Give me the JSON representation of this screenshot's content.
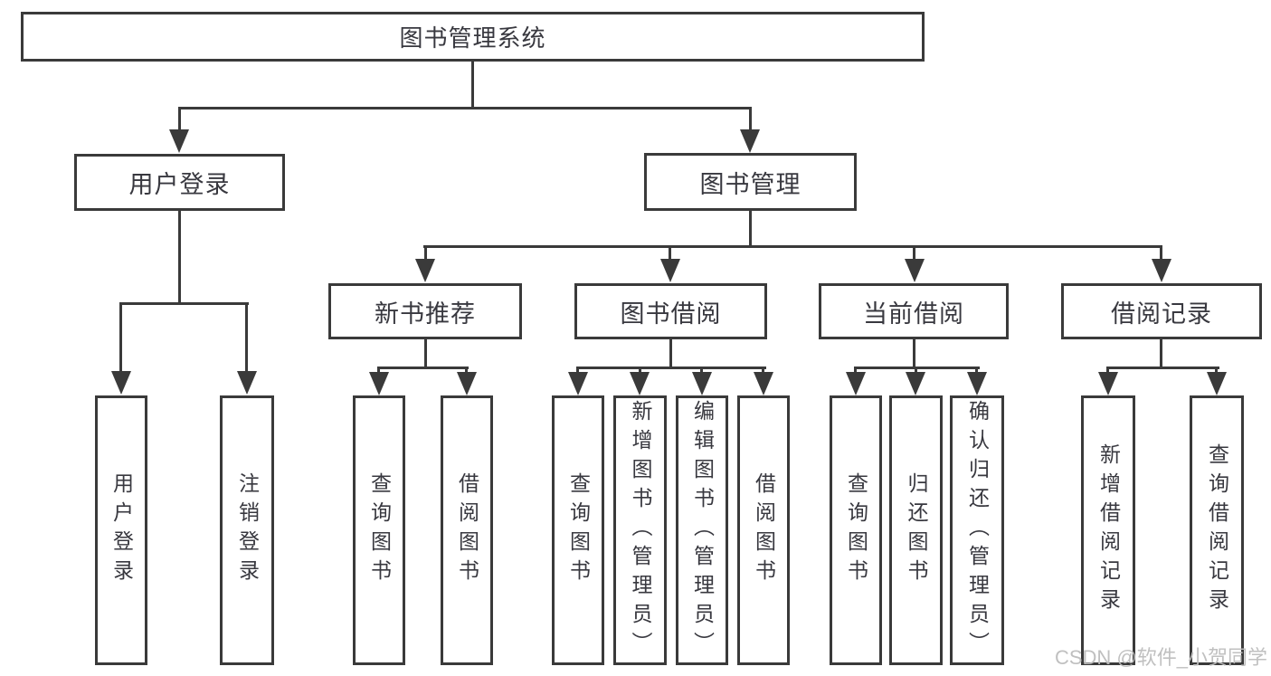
{
  "colors": {
    "line": "#3a3a3a",
    "ink": "#38383f",
    "watermark": "#bdbdbd",
    "bg": "#ffffff"
  },
  "watermark": {
    "text": "CSDN @软件_小贺同学"
  },
  "tree": {
    "label": "图书管理系统",
    "children": [
      {
        "label": "用户登录",
        "children": [
          {
            "label": "用户登录"
          },
          {
            "label": "注销登录"
          }
        ]
      },
      {
        "label": "图书管理",
        "children": [
          {
            "label": "新书推荐",
            "children": [
              {
                "label": "查询图书"
              },
              {
                "label": "借阅图书"
              }
            ]
          },
          {
            "label": "图书借阅",
            "children": [
              {
                "label": "查询图书"
              },
              {
                "label": "新增图书（管理员）"
              },
              {
                "label": "编辑图书（管理员）"
              },
              {
                "label": "借阅图书"
              }
            ]
          },
          {
            "label": "当前借阅",
            "children": [
              {
                "label": "查询图书"
              },
              {
                "label": "归还图书"
              },
              {
                "label": "确认归还（管理员）"
              }
            ]
          },
          {
            "label": "借阅记录",
            "children": [
              {
                "label": "新增借阅记录"
              },
              {
                "label": "查询借阅记录"
              }
            ]
          }
        ]
      }
    ]
  }
}
